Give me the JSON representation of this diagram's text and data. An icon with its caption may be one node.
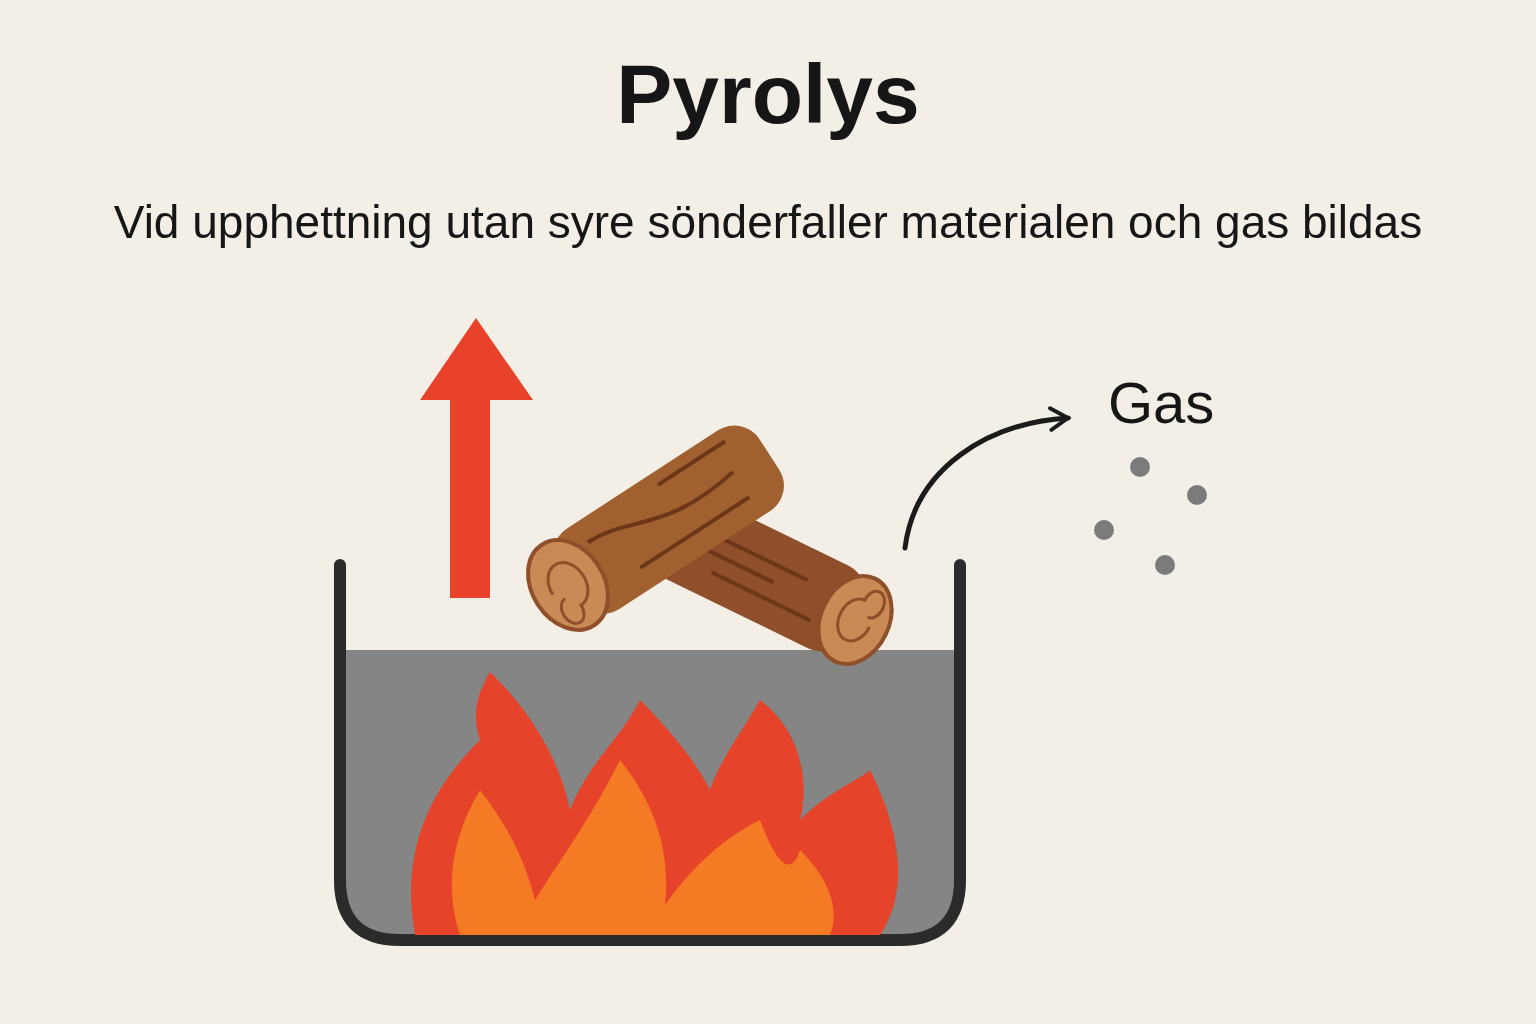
{
  "diagram": {
    "title": "Pyrolys",
    "nodes": [
      {
        "text": [],
        "shape": "picture"
      },
      {
        "text": [
          "Gas"
        ]
      }
    ],
    "edges": [
      {
        "from": 0,
        "to": 1,
        "arrow": "to"
      }
    ],
    "labels": [
      "Vid upphettning utan syre sönderfaller materialen och gas bildas"
    ]
  }
}
